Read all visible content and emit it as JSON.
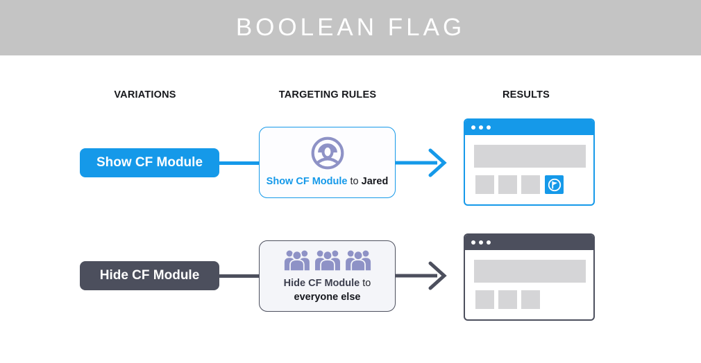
{
  "header": {
    "title": "BOOLEAN FLAG"
  },
  "columns": [
    {
      "label": "VARIATIONS"
    },
    {
      "label": "TARGETING RULES"
    },
    {
      "label": "RESULTS"
    }
  ],
  "colors": {
    "accent_blue": "#1599e9",
    "accent_dark": "#4c4f5d",
    "icon_purple": "#8e92c6",
    "banner_gray": "#c4c4c4",
    "placeholder_gray": "#d5d5d7",
    "rule_box_show_bg": "#fdfdff",
    "rule_box_hide_bg": "#f4f5f9"
  },
  "rows": [
    {
      "variation": {
        "label": "Show CF Module"
      },
      "rule": {
        "icon": "single-user-icon",
        "flag_text": "Show CF Module",
        "connector": "to",
        "target": "Jared"
      },
      "result": {
        "theme": "blue",
        "module_visible": true,
        "icon": "flag-circle-icon"
      }
    },
    {
      "variation": {
        "label": "Hide CF Module"
      },
      "rule": {
        "icon": "crowd-icon",
        "flag_text": "Hide CF Module",
        "connector": "to",
        "target": "everyone else"
      },
      "result": {
        "theme": "dark",
        "module_visible": false
      }
    }
  ]
}
